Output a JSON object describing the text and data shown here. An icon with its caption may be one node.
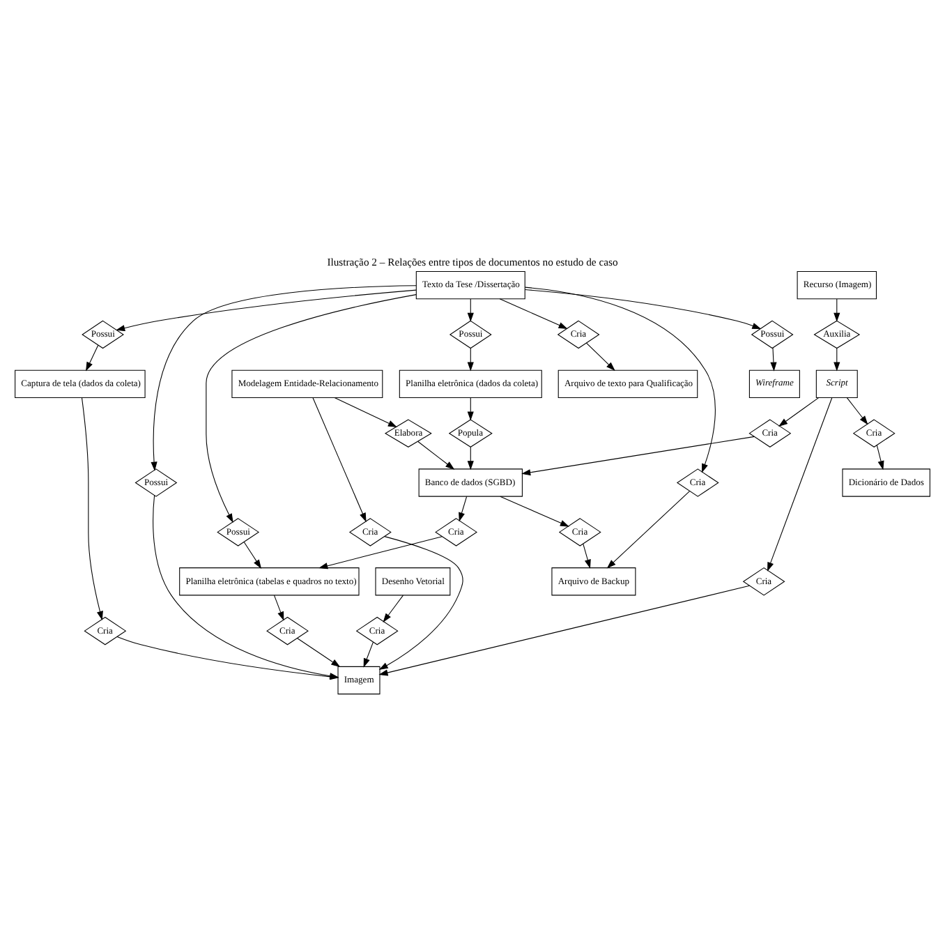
{
  "diagram": {
    "title": "Ilustração 2 – Relações entre tipos de documentos no estudo de caso",
    "nodes": [
      {
        "text": [
          "Texto da Tese /Dissertação"
        ]
      },
      {
        "text": [
          "Cria"
        ]
      },
      {
        "text": [
          "Arquivo de texto para Qualificação"
        ]
      },
      {
        "text": [
          "Possui"
        ]
      },
      {
        "text": [
          "Wireframe"
        ]
      },
      {
        "text": [
          "Possui"
        ]
      },
      {
        "text": [
          "Planilha eletrônica (dados da coleta)"
        ]
      },
      {
        "text": [
          "Popula"
        ]
      },
      {
        "text": [
          "Possui"
        ]
      },
      {
        "text": [
          "Captura de tela (dados da coleta)"
        ]
      },
      {
        "text": [
          "Cria"
        ]
      },
      {
        "text": [
          "Modelagem Entidade-Relacionamento"
        ]
      },
      {
        "text": [
          "Elabora"
        ]
      },
      {
        "text": [
          "Cria"
        ]
      },
      {
        "text": [
          "Possui"
        ]
      },
      {
        "text": [
          "Possui"
        ]
      },
      {
        "text": [
          "Desenho Vetorial"
        ]
      },
      {
        "text": [
          "Cria"
        ]
      },
      {
        "text": [
          "Imagem"
        ]
      },
      {
        "text": [
          "Banco de dados (SGBD)"
        ]
      },
      {
        "text": [
          "Cria"
        ]
      },
      {
        "text": [
          "Cria"
        ]
      },
      {
        "text": [
          "Cria"
        ]
      },
      {
        "text": [
          "Recurso (Imagem)"
        ]
      },
      {
        "text": [
          "Script"
        ]
      },
      {
        "text": [
          "Auxilia"
        ]
      },
      {
        "text": [
          "Planilha eletrônica (tabelas e quadros no texto)"
        ]
      },
      {
        "text": [
          "Cria"
        ]
      },
      {
        "text": [
          "Cria"
        ]
      },
      {
        "text": [
          "Dicionário de Dados"
        ]
      },
      {
        "text": [
          "Cria"
        ]
      },
      {
        "text": [
          "Cria"
        ]
      },
      {
        "text": [
          "Arquivo de Backup"
        ]
      }
    ],
    "edges": [
      {
        "from": 0,
        "to": 1,
        "arrow": "to"
      },
      {
        "from": 1,
        "to": 2,
        "arrow": "to"
      },
      {
        "from": 0,
        "to": 3,
        "arrow": "to"
      },
      {
        "from": 3,
        "to": 4,
        "arrow": "to"
      },
      {
        "from": 0,
        "to": 5,
        "arrow": "to"
      },
      {
        "from": 5,
        "to": 6,
        "arrow": "to"
      },
      {
        "from": 6,
        "to": 7,
        "arrow": "to"
      },
      {
        "from": 7,
        "to": 19,
        "arrow": "to"
      },
      {
        "from": 0,
        "to": 8,
        "arrow": "to"
      },
      {
        "from": 8,
        "to": 9,
        "arrow": "to"
      },
      {
        "from": 9,
        "to": 10,
        "arrow": "to"
      },
      {
        "from": 10,
        "to": 18,
        "arrow": "to"
      },
      {
        "from": 11,
        "to": 12,
        "arrow": "to"
      },
      {
        "from": 12,
        "to": 19,
        "arrow": "to"
      },
      {
        "from": 11,
        "to": 13,
        "arrow": "to"
      },
      {
        "from": 13,
        "to": 18,
        "arrow": "to"
      },
      {
        "from": 0,
        "to": 14,
        "arrow": "to"
      },
      {
        "from": 14,
        "to": 26,
        "arrow": "to"
      },
      {
        "from": 0,
        "to": 15,
        "arrow": "to"
      },
      {
        "from": 15,
        "to": 18,
        "arrow": "to"
      },
      {
        "from": 16,
        "to": 17,
        "arrow": "to"
      },
      {
        "from": 17,
        "to": 18,
        "arrow": "to"
      },
      {
        "from": 26,
        "to": 20,
        "arrow": "to"
      },
      {
        "from": 20,
        "to": 18,
        "arrow": "to"
      },
      {
        "from": 24,
        "to": 21,
        "arrow": "to"
      },
      {
        "from": 21,
        "to": 18,
        "arrow": "to"
      },
      {
        "from": 24,
        "to": 22,
        "arrow": "to"
      },
      {
        "from": 22,
        "to": 19,
        "arrow": "to"
      },
      {
        "from": 23,
        "to": 25,
        "arrow": "to"
      },
      {
        "from": 25,
        "to": 24,
        "arrow": "to"
      },
      {
        "from": 0,
        "to": 27,
        "arrow": "to"
      },
      {
        "from": 27,
        "to": 32,
        "arrow": "to"
      },
      {
        "from": 24,
        "to": 28,
        "arrow": "to"
      },
      {
        "from": 28,
        "to": 29,
        "arrow": "to"
      },
      {
        "from": 19,
        "to": 30,
        "arrow": "to"
      },
      {
        "from": 30,
        "to": 26,
        "arrow": "to"
      },
      {
        "from": 19,
        "to": 31,
        "arrow": "to"
      },
      {
        "from": 31,
        "to": 32,
        "arrow": "to"
      }
    ]
  }
}
